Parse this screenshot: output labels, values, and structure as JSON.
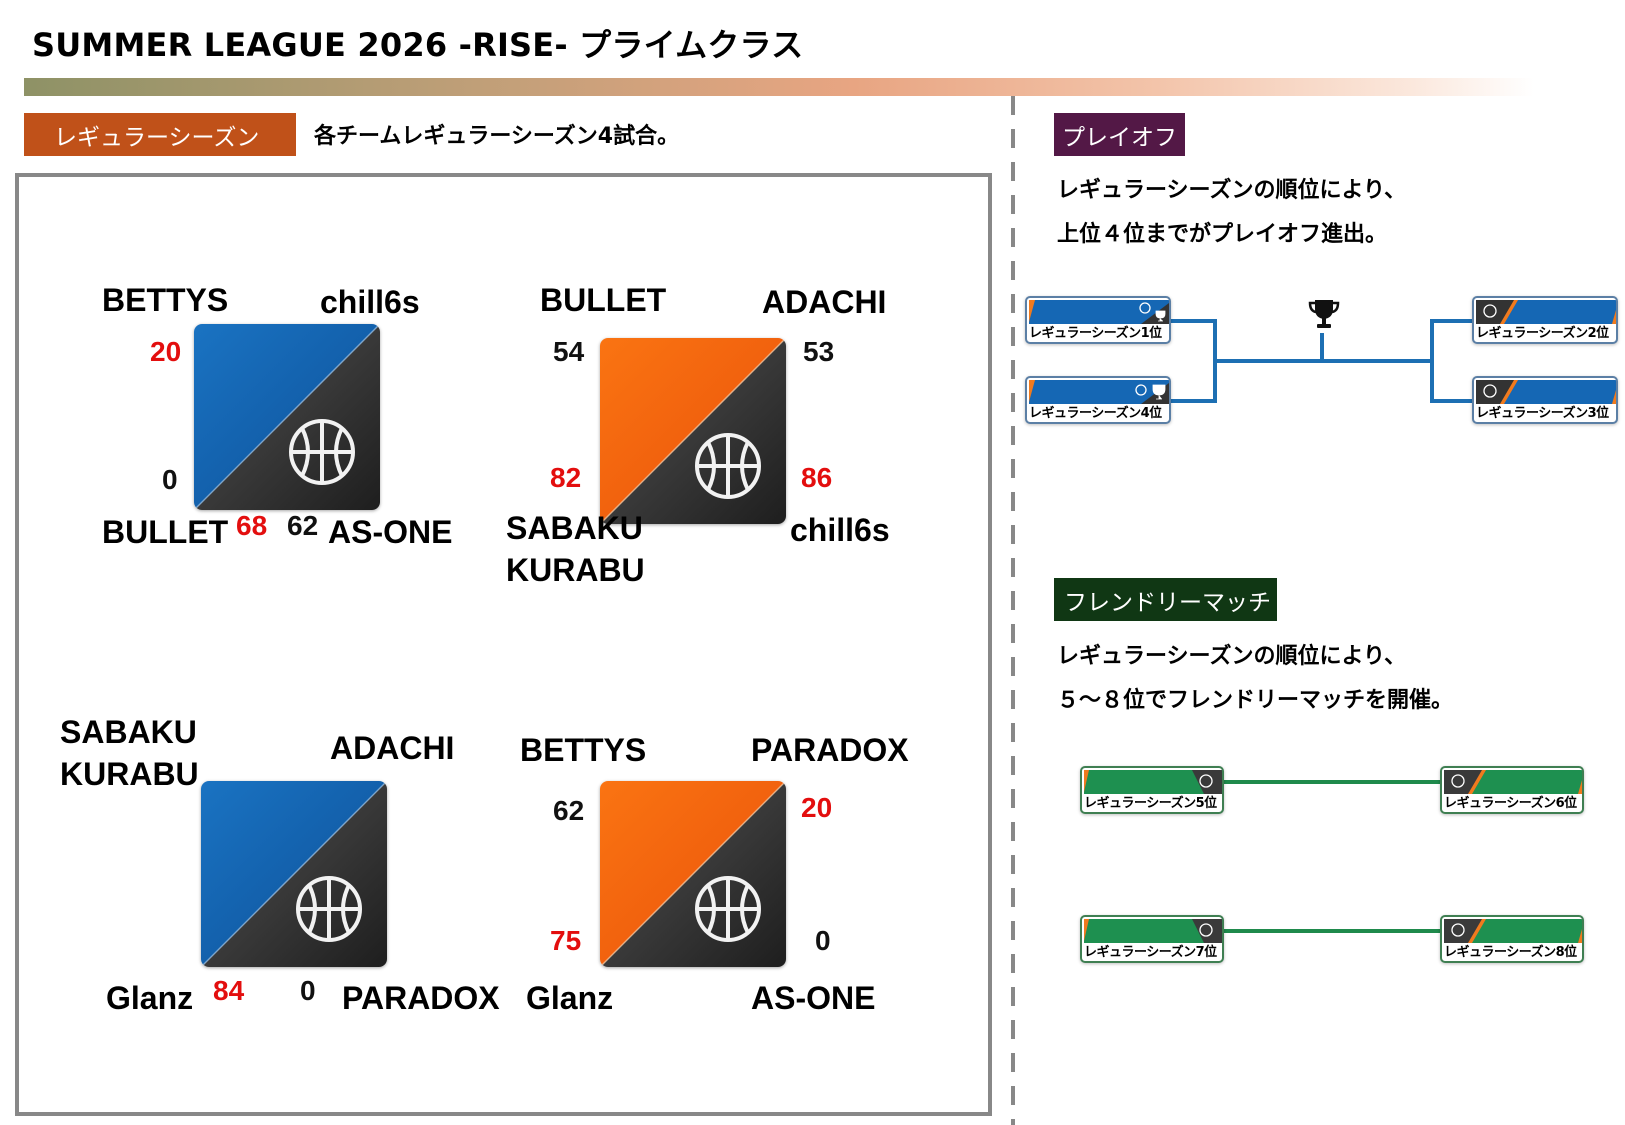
{
  "header": {
    "title": "SUMMER LEAGUE 2026 -RISE-  プライムクラス"
  },
  "regular_season": {
    "label": "レギュラーシーズン",
    "description": "各チームレギュラーシーズン4試合。",
    "matches": [
      {
        "tile_color": "blue",
        "top_left": {
          "team": "BETTYS",
          "score": "20",
          "result": "win"
        },
        "top_right": {
          "team": "chill6s",
          "score": "",
          "result": ""
        },
        "bottom_left": {
          "team": "BULLET",
          "score": "0",
          "result": "lose"
        },
        "bottom_right": {
          "team": "AS-ONE",
          "score": "",
          "result": ""
        },
        "bottom_scores": [
          {
            "value": "68",
            "result": "win"
          },
          {
            "value": "62",
            "result": "lose"
          }
        ]
      },
      {
        "tile_color": "orange",
        "top_left": {
          "team": "BULLET",
          "score": "54",
          "result": "lose"
        },
        "top_right": {
          "team": "ADACHI",
          "score": "53",
          "result": "lose"
        },
        "bottom_left": {
          "team": "SABAKU\nKURABU",
          "score": "82",
          "result": "win"
        },
        "bottom_right": {
          "team": "chill6s",
          "score": "86",
          "result": "win"
        }
      },
      {
        "tile_color": "blue",
        "top_left": {
          "team": "SABAKU\nKURABU",
          "score": "",
          "result": ""
        },
        "top_right": {
          "team": "ADACHI",
          "score": "",
          "result": ""
        },
        "bottom_left": {
          "team": "Glanz",
          "score": "84",
          "result": "win"
        },
        "bottom_right": {
          "team": "PARADOX",
          "score": "0",
          "result": "lose"
        }
      },
      {
        "tile_color": "orange",
        "top_left": {
          "team": "BETTYS",
          "score": "62",
          "result": "lose"
        },
        "top_right": {
          "team": "PARADOX",
          "score": "20",
          "result": "win"
        },
        "bottom_left": {
          "team": "Glanz",
          "score": "75",
          "result": "win"
        },
        "bottom_right": {
          "team": "AS-ONE",
          "score": "0",
          "result": "lose"
        }
      }
    ]
  },
  "playoff": {
    "label": "プレイオフ",
    "description_lines": [
      "レギュラーシーズンの順位により、",
      "上位４位までがプレイオフ進出。"
    ],
    "seeds": [
      "レギュラーシーズン1位",
      "レギュラーシーズン4位",
      "レギュラーシーズン2位",
      "レギュラーシーズン3位"
    ],
    "trophy_icon": "trophy-icon"
  },
  "friendly": {
    "label": "フレンドリーマッチ",
    "description_lines": [
      "レギュラーシーズンの順位により、",
      "５～８位でフレンドリーマッチを開催。"
    ],
    "seeds": [
      "レギュラーシーズン5位",
      "レギュラーシーズン6位",
      "レギュラーシーズン7位",
      "レギュラーシーズン8位"
    ]
  },
  "colors": {
    "win_score": "#e30e0e",
    "regular_label": "#c05119",
    "playoff_label": "#531846",
    "friendly_label": "#103714",
    "tile_blue": "#1463ad",
    "tile_orange": "#f2610f",
    "tile_dark": "#3a3a3a",
    "bracket_blue": "#1d6fb3",
    "bracket_green": "#1f8a4c"
  }
}
